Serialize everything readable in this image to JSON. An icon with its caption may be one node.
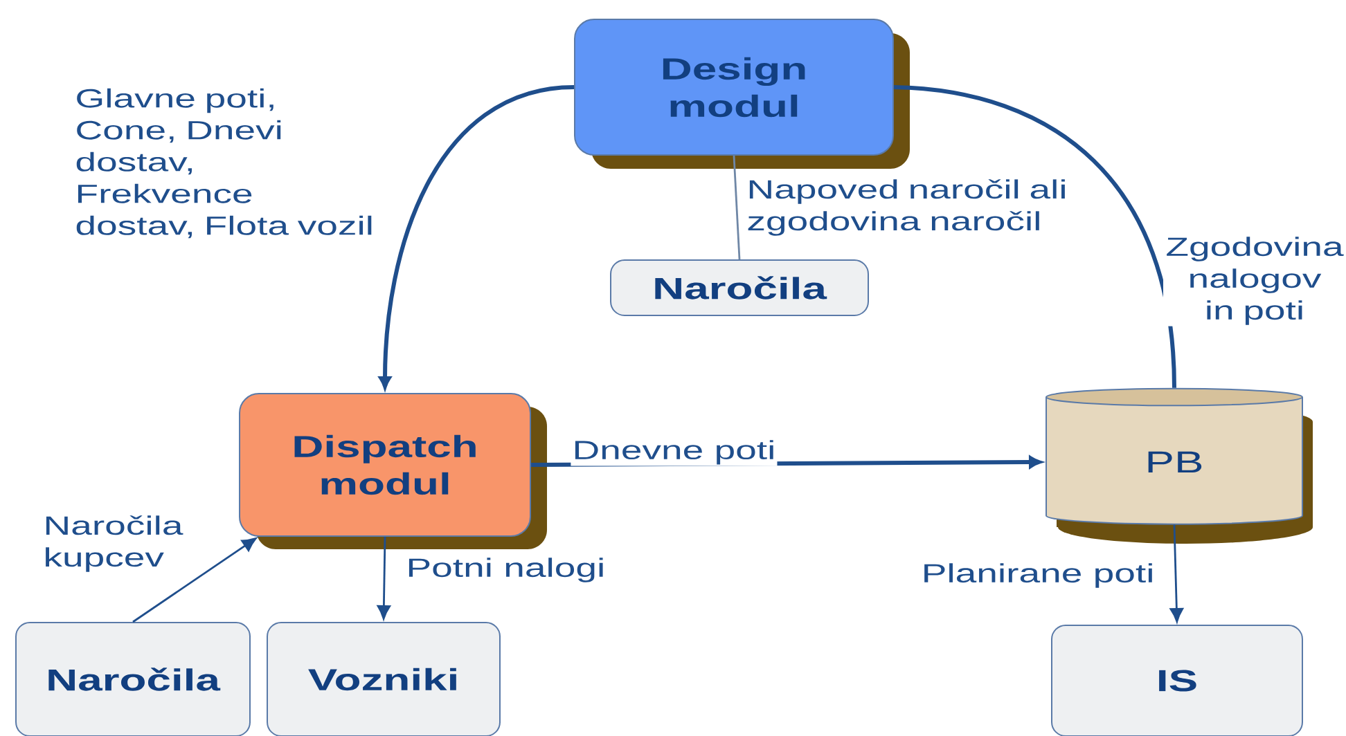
{
  "diagram": {
    "nodes": [
      {
        "text": [
          "Design modul"
        ]
      },
      {
        "text": [
          "Naročila"
        ]
      },
      {
        "text": [
          "Dispatch modul"
        ]
      },
      {
        "text": [
          "PB"
        ]
      },
      {
        "text": [
          "Naročila"
        ]
      },
      {
        "text": [
          "Vozniki"
        ]
      },
      {
        "text": [
          "IS"
        ]
      }
    ],
    "edges": [
      {
        "from": 0,
        "to": 2,
        "arrow": "to",
        "style": "thick",
        "label": "Glavne poti, Cone, Dnevi dostav, Frekvence dostav, Flota vozil"
      },
      {
        "from": 0,
        "to": 1,
        "arrow": "none",
        "color": "#6f87a6",
        "label": "Napoved naročil ali zgodovina naročil"
      },
      {
        "from": 3,
        "to": 0,
        "arrow": "none",
        "style": "thick",
        "label": "Zgodovina nalogov in poti"
      },
      {
        "from": 2,
        "to": 3,
        "arrow": "to",
        "style": "thick",
        "label": "Dnevne poti"
      },
      {
        "from": 4,
        "to": 2,
        "arrow": "to",
        "label": "Naročila kupcev"
      },
      {
        "from": 2,
        "to": 5,
        "arrow": "to",
        "label": "Potni nalogi"
      },
      {
        "from": 3,
        "to": 6,
        "arrow": "to",
        "label": "Planirane poti"
      }
    ]
  }
}
